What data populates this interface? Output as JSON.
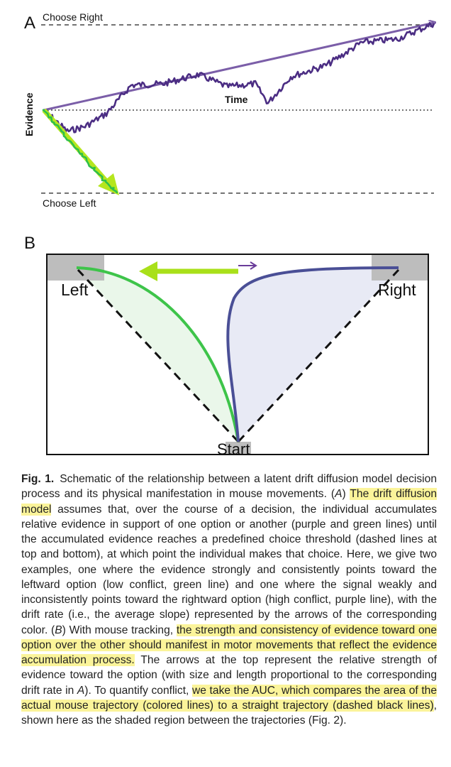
{
  "panel_a": {
    "label": "A",
    "top_threshold_label": "Choose Right",
    "bottom_threshold_label": "Choose Left",
    "y_axis_label": "Evidence",
    "x_axis_label": "Time",
    "colors": {
      "purple": "#4b2d83",
      "purple_arrow": "#7b5ea8",
      "green": "#2fbf4a",
      "lime": "#b5e61d"
    }
  },
  "panel_b": {
    "label": "B",
    "left_target_label": "Left",
    "right_target_label": "Right",
    "start_label": "Start",
    "colors": {
      "green_traj": "#3ec44a",
      "blue_traj": "#4a4f96",
      "lime_arrow": "#a9e01a",
      "purple_arrow": "#6a3d9a",
      "target_box": "#bdbdbd"
    }
  },
  "caption": {
    "fig_label": "Fig. 1.",
    "segments": [
      {
        "text": "Schematic of the relationship between a latent drift diffusion model decision process and its physical manifestation in mouse movements. (",
        "hl": false
      },
      {
        "text": "A",
        "hl": false,
        "italic": true
      },
      {
        "text": ") ",
        "hl": false
      },
      {
        "text": "The drift diffusion model",
        "hl": true
      },
      {
        "text": " assumes that, over the course of a decision, the individual accumulates relative evidence in support of one option or another (purple and green lines) until the accumulated evidence reaches a predefined choice threshold (dashed lines at top and bottom), at which point the individual makes that choice. Here, we give two examples, one where the evidence strongly and consistently points toward the leftward option (low conflict, green line) and one where the signal weakly and inconsistently points toward the rightward option (high conflict, purple line), with the drift rate (i.e., the average slope) represented by the arrows of the corresponding color. (",
        "hl": false
      },
      {
        "text": "B",
        "hl": false,
        "italic": true
      },
      {
        "text": ") With mouse tracking, ",
        "hl": false
      },
      {
        "text": "the strength and consistency of evidence toward one option over the other should manifest in motor movements that reflect the evidence accumulation process.",
        "hl": true
      },
      {
        "text": " The arrows at the top represent the relative strength of evidence toward the option (with size and length proportional to the corresponding drift rate in ",
        "hl": false
      },
      {
        "text": "A",
        "hl": false,
        "italic": true
      },
      {
        "text": "). To quantify conflict, ",
        "hl": false
      },
      {
        "text": "we take the AUC, which compares the area of the actual mouse trajectory (colored lines) to a straight trajectory (dashed black lines)",
        "hl": true
      },
      {
        "text": ", shown here as the shaded region between the trajectories (Fig. 2).",
        "hl": false
      }
    ]
  }
}
